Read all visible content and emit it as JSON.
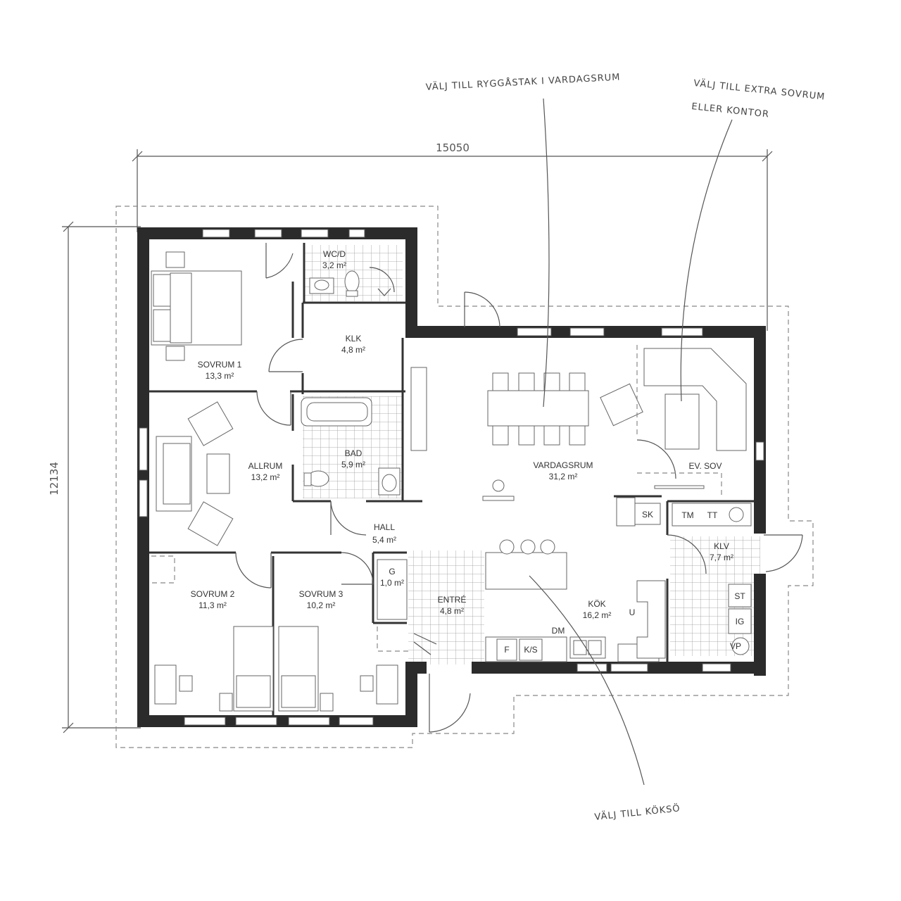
{
  "dimensions": {
    "width": "15050",
    "height": "12134"
  },
  "annotations": {
    "ridge_ceiling": "VÄLJ TILL RYGGÅSTAK I VARDAGSRUM",
    "extra_bedroom_line1": "VÄLJ TILL EXTRA SOVRUM",
    "extra_bedroom_line2": "ELLER KONTOR",
    "kitchen_island": "VÄLJ TILL KÖKSÖ"
  },
  "rooms": {
    "wcd": {
      "name": "WC/D",
      "area": "3,2 m²"
    },
    "klk": {
      "name": "KLK",
      "area": "4,8 m²"
    },
    "sovrum1": {
      "name": "SOVRUM 1",
      "area": "13,3 m²"
    },
    "allrum": {
      "name": "ALLRUM",
      "area": "13,2 m²"
    },
    "bad": {
      "name": "BAD",
      "area": "5,9 m²"
    },
    "vardagsrum": {
      "name": "VARDAGSRUM",
      "area": "31,2 m²"
    },
    "ev_sov": {
      "name": "EV. SOV"
    },
    "hall": {
      "name": "HALL",
      "area": "5,4 m²"
    },
    "g": {
      "name": "G",
      "area": "1,0 m²"
    },
    "klv": {
      "name": "KLV",
      "area": "7,7 m²"
    },
    "sovrum2": {
      "name": "SOVRUM 2",
      "area": "11,3 m²"
    },
    "sovrum3": {
      "name": "SOVRUM 3",
      "area": "10,2 m²"
    },
    "entre": {
      "name": "ENTRÉ",
      "area": "4,8 m²"
    },
    "kok": {
      "name": "KÖK",
      "area": "16,2 m²"
    }
  },
  "fixtures": {
    "sk": "SK",
    "tm": "TM",
    "tt": "TT",
    "st": "ST",
    "ig": "IG",
    "vp": "VP",
    "f": "F",
    "ks": "K/S",
    "dm": "DM",
    "u": "U"
  }
}
